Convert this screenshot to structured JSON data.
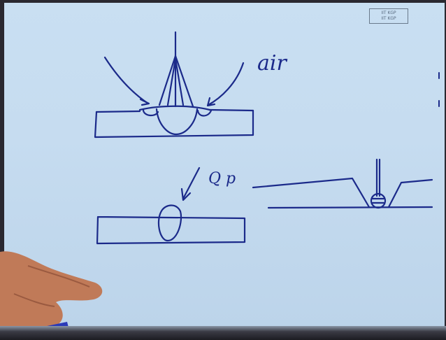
{
  "stamp": {
    "line1": "IIT KGP",
    "line2": "IIT KGP"
  },
  "annotations": {
    "air": "air",
    "qp": "Q p"
  },
  "colors": {
    "board": "#c6dcf0",
    "ink": "#1b2a8a",
    "skin": "#c07a58",
    "marker": "#2a3ab8"
  }
}
